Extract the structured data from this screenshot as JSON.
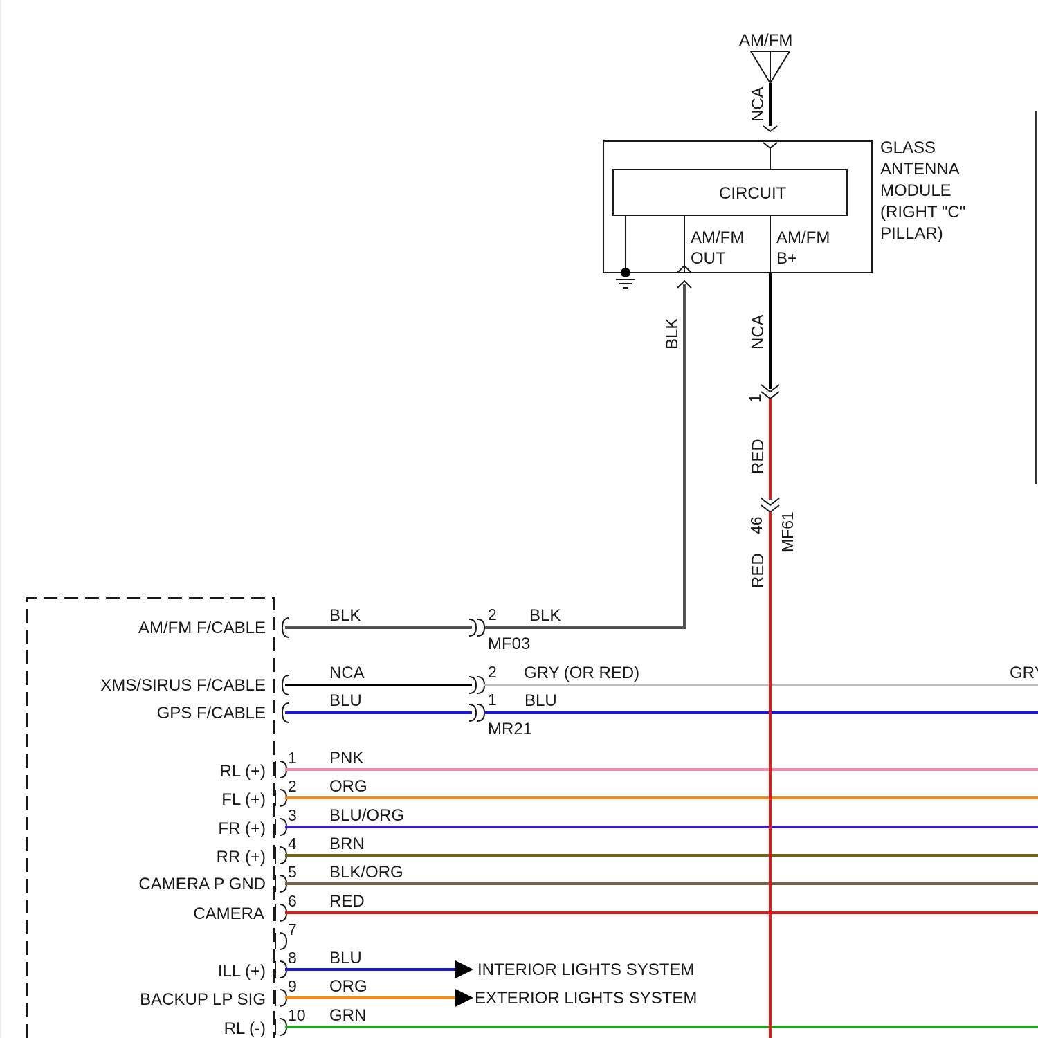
{
  "colors": {
    "BLK": "#555555",
    "NCA": "#000000",
    "GRY": "#bdbdbd",
    "BLU": "#1a1ad6",
    "PNK": "#f08cb0",
    "ORG": "#f08c1e",
    "BLU/ORG": "#3c1ec8",
    "BRN": "#6e6414",
    "BLK/ORG": "#786446",
    "RED": "#e61919",
    "GRN": "#28a028"
  },
  "antenna": {
    "label": "AM/FM",
    "wire_label": "NCA"
  },
  "module": {
    "title_lines": [
      "GLASS",
      "ANTENNA",
      "MODULE",
      "(RIGHT \"C\"",
      "PILLAR)"
    ],
    "circuit_label": "CIRCUIT",
    "out_label_lines": [
      "AM/FM",
      "OUT"
    ],
    "bplus_label_lines": [
      "AM/FM",
      "B+"
    ]
  },
  "vertical_wires": {
    "out_wire_color": "BLK",
    "bplus_wire_color": "NCA",
    "bplus_connector_pin": "1",
    "red_segment_color": "RED",
    "mf61_pin": "46",
    "mf61_name": "MF61",
    "lower_red_color": "RED"
  },
  "radio_box": {
    "inputs": [
      {
        "name": "AM/FM F/CABLE",
        "left_color": "BLK",
        "pin": "2",
        "right_color": "BLK",
        "connector": "MF03"
      },
      {
        "name": "XMS/SIRUS F/CABLE",
        "left_color": "NCA",
        "pin": "2",
        "right_color": "GRY (OR RED)",
        "right_edge_label": "GRY"
      },
      {
        "name": "GPS F/CABLE",
        "left_color": "BLU",
        "pin": "1",
        "right_color": "BLU",
        "connector": "MR21"
      }
    ],
    "pins": [
      {
        "pin": "1",
        "name": "RL (+)",
        "color": "PNK"
      },
      {
        "pin": "2",
        "name": "FL (+)",
        "color": "ORG"
      },
      {
        "pin": "3",
        "name": "FR (+)",
        "color": "BLU/ORG"
      },
      {
        "pin": "4",
        "name": "RR (+)",
        "color": "BRN"
      },
      {
        "pin": "5",
        "name": "CAMERA P GND",
        "color": "BLK/ORG"
      },
      {
        "pin": "6",
        "name": "CAMERA",
        "color": "RED"
      },
      {
        "pin": "7",
        "name": "",
        "color": ""
      },
      {
        "pin": "8",
        "name": "ILL (+)",
        "color": "BLU",
        "arrow_to": "INTERIOR LIGHTS SYSTEM"
      },
      {
        "pin": "9",
        "name": "BACKUP LP SIG",
        "color": "ORG",
        "arrow_to": "EXTERIOR LIGHTS SYSTEM"
      },
      {
        "pin": "10",
        "name": "RL (-)",
        "color": "GRN"
      }
    ]
  }
}
